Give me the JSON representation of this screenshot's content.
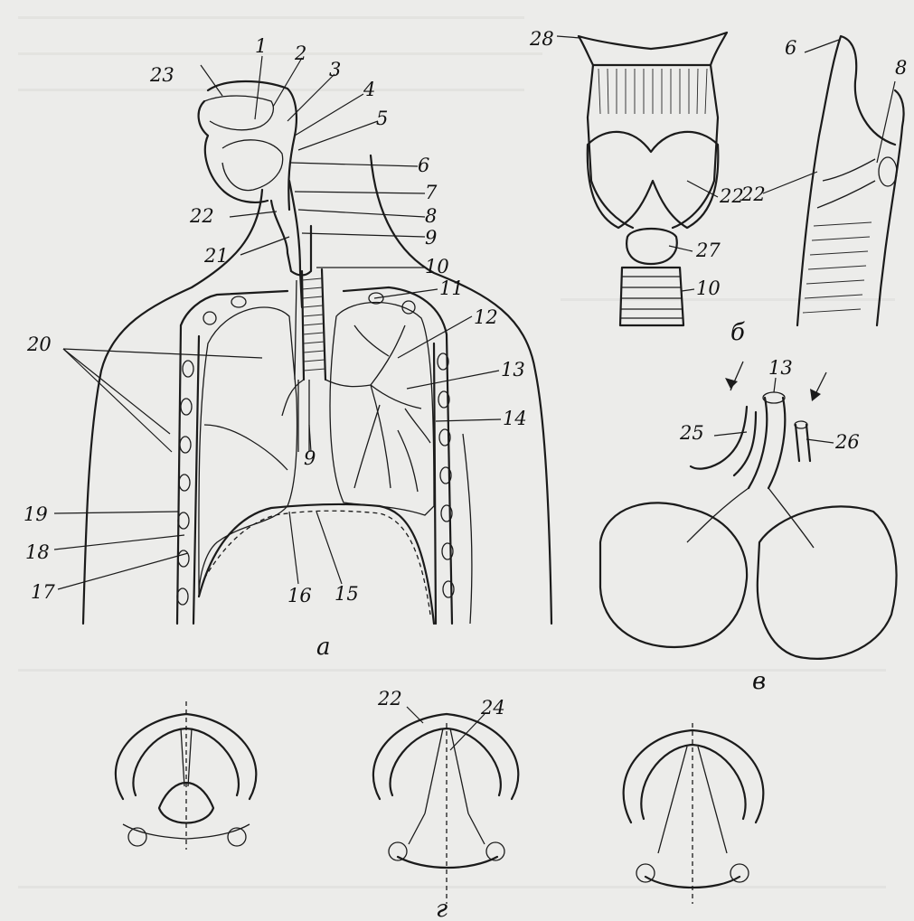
{
  "sections": {
    "a": "а",
    "b": "б",
    "v": "в",
    "g": "г"
  },
  "panel_a_labels": {
    "n1": "1",
    "n2": "2",
    "n3": "3",
    "n4": "4",
    "n5": "5",
    "n6": "6",
    "n7": "7",
    "n8": "8",
    "n9": "9",
    "n10": "10",
    "n11": "11",
    "n12": "12",
    "n13": "13",
    "n14": "14",
    "n15": "15",
    "n16": "16",
    "n17": "17",
    "n18": "18",
    "n19": "19",
    "n20": "20",
    "n21": "21",
    "n22": "22",
    "n23": "23",
    "n9b": "9"
  },
  "panel_b_labels": {
    "n28": "28",
    "n22": "22",
    "n27": "27",
    "n10": "10",
    "n6": "6",
    "n8": "8"
  },
  "panel_v_labels": {
    "n13": "13",
    "n25": "25",
    "n26": "26"
  },
  "panel_g_labels": {
    "n22": "22",
    "n24": "24"
  }
}
